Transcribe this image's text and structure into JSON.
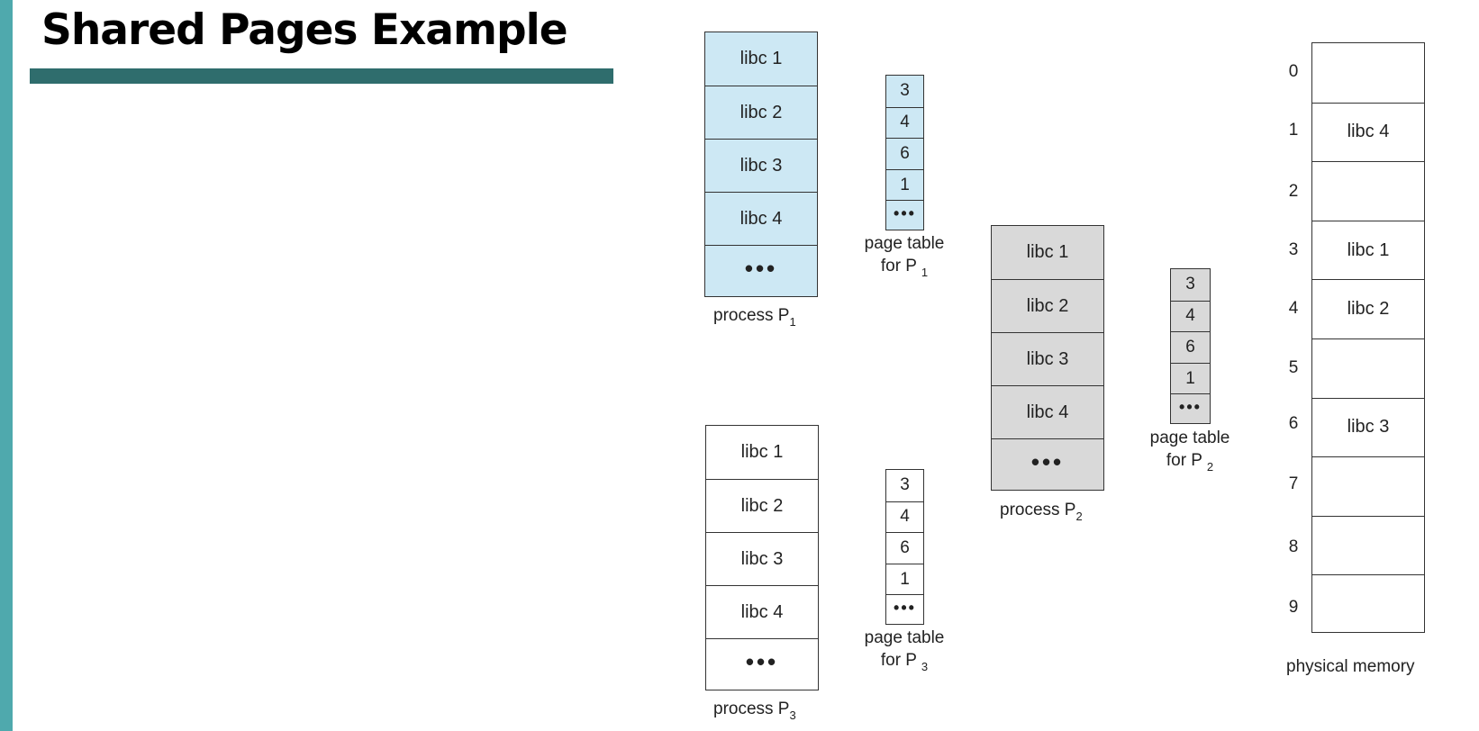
{
  "title": "Shared Pages Example",
  "colors": {
    "accent_bar": "#4fa9ad",
    "title_rule": "#2f6d6d",
    "p1_fill": "#cde8f4",
    "p2_fill": "#d9d9d9",
    "p3_fill": "#ffffff"
  },
  "p1": {
    "cells": [
      "libc 1",
      "libc 2",
      "libc 3",
      "libc 4",
      "•••"
    ],
    "label_main": "process  P",
    "label_sub": "1",
    "pt_cells": [
      "3",
      "4",
      "6",
      "1",
      "•••"
    ],
    "pt_label_line1": "page table",
    "pt_label_line2_main": "for P",
    "pt_label_line2_sub": "1"
  },
  "p2": {
    "cells": [
      "libc 1",
      "libc 2",
      "libc 3",
      "libc 4",
      "•••"
    ],
    "label_main": "process  P",
    "label_sub": "2",
    "pt_cells": [
      "3",
      "4",
      "6",
      "1",
      "•••"
    ],
    "pt_label_line1": "page table",
    "pt_label_line2_main": "for P",
    "pt_label_line2_sub": "2"
  },
  "p3": {
    "cells": [
      "libc 1",
      "libc 2",
      "libc 3",
      "libc 4",
      "•••"
    ],
    "label_main": "process  P",
    "label_sub": "3",
    "pt_cells": [
      "3",
      "4",
      "6",
      "1",
      "•••"
    ],
    "pt_label_line1": "page table",
    "pt_label_line2_main": "for P",
    "pt_label_line2_sub": "3"
  },
  "memory": {
    "indices": [
      "0",
      "1",
      "2",
      "3",
      "4",
      "5",
      "6",
      "7",
      "8",
      "9"
    ],
    "frames": [
      "",
      "libc 4",
      "",
      "libc 1",
      "libc 2",
      "",
      "libc 3",
      "",
      "",
      ""
    ],
    "label": "physical memory"
  }
}
